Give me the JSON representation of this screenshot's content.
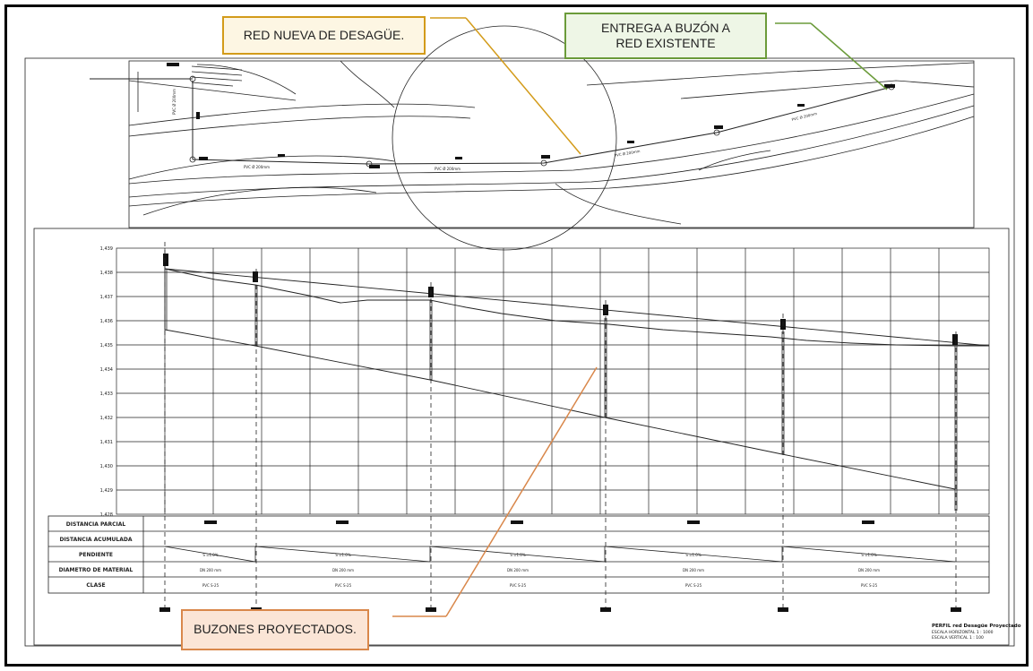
{
  "callouts": {
    "red_nueva": "RED NUEVA DE DESAGÜE.",
    "entrega": "ENTREGA A BUZÓN A RED EXISTENTE",
    "buzones": "BUZONES PROYECTADOS."
  },
  "colors": {
    "red_nueva_border": "#d39b1a",
    "red_nueva_fill": "#fdf6e3",
    "entrega_border": "#6b9b3a",
    "entrega_fill": "#eef6e6",
    "buzones_border": "#d9874a",
    "buzones_fill": "#fbe5d6",
    "drawing_line": "#222222"
  },
  "profile": {
    "elevation_labels": [
      "1,439",
      "1,438",
      "1,437",
      "1,436",
      "1,435",
      "1,434",
      "1,433",
      "1,432",
      "1,431",
      "1,430",
      "1,429",
      "1,428"
    ],
    "row_labels": [
      "DISTANCIA PARCIAL",
      "DISTANCIA ACUMULADA",
      "PENDIENTE",
      "DIAMETRO DE MATERIAL",
      "CLASE"
    ],
    "diametro": [
      "DN 200 mm",
      "DN 200 mm",
      "DN 200 mm",
      "DN 200 mm",
      "DN 200 mm"
    ],
    "clase": [
      "PVC S-25",
      "PVC S-25",
      "PVC S-25",
      "PVC S-25",
      "PVC S-25"
    ],
    "pendiente": [
      "S =1.0%",
      "S =1.0%",
      "S =1.0%",
      "S =1.0%",
      "S =1.0%"
    ]
  },
  "plan": {
    "pipe_labels": [
      "PVC Ø 200mm",
      "PVC Ø 200mm",
      "PVC Ø 200mm",
      "PVC Ø 200mm",
      "PVC Ø 200mm"
    ]
  },
  "title_block": {
    "title": "PERFIL red Desagüe Proyectado",
    "scale_h": "ESCALA HORIZONTAL 1 : 1000",
    "scale_v": "ESCALA VERTICAL 1 : 100"
  }
}
